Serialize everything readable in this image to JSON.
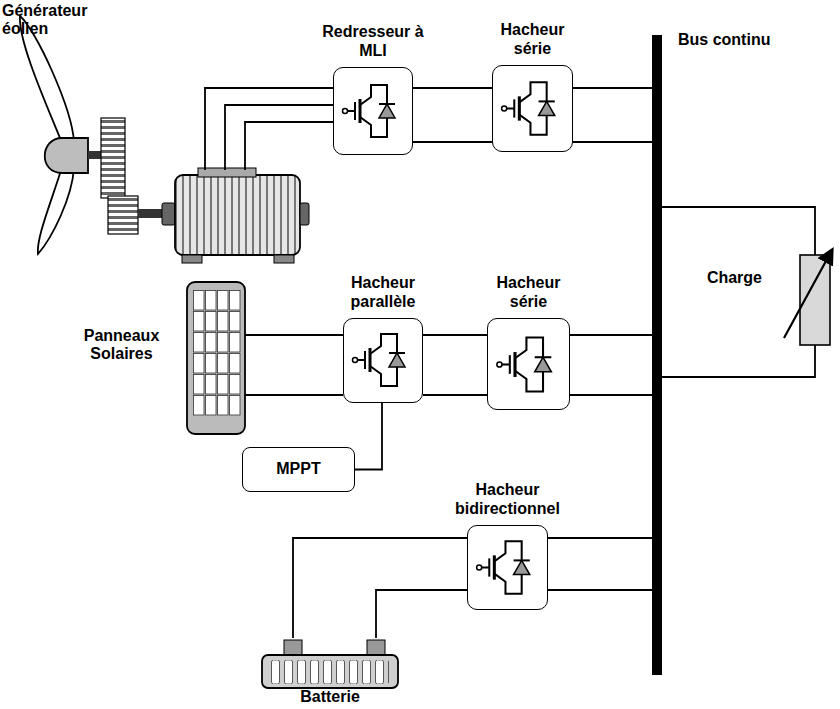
{
  "diagram": {
    "nodes": [
      {
        "text": [
          "Générateur éolien"
        ]
      },
      {
        "text": [
          "Redresseur à MLI"
        ]
      },
      {
        "text": [
          "Hacheur série"
        ]
      },
      {
        "text": [
          "Panneaux Solaires"
        ]
      },
      {
        "text": [
          "Hacheur parallèle"
        ]
      },
      {
        "text": [
          "Hacheur série"
        ]
      },
      {
        "text": [
          "MPPT"
        ]
      },
      {
        "text": [
          "Batterie"
        ]
      },
      {
        "text": [
          "Hacheur bidirectionnel"
        ]
      },
      {
        "text": [
          "Bus continu"
        ]
      },
      {
        "text": [
          "Charge"
        ]
      }
    ],
    "edges": [
      {
        "from": 0,
        "to": 1,
        "arrow": "none"
      },
      {
        "from": 1,
        "to": 2,
        "arrow": "none"
      },
      {
        "from": 2,
        "to": 9,
        "arrow": "none"
      },
      {
        "from": 3,
        "to": 4,
        "arrow": "none"
      },
      {
        "from": 4,
        "to": 5,
        "arrow": "none"
      },
      {
        "from": 5,
        "to": 9,
        "arrow": "none"
      },
      {
        "from": 6,
        "to": 4,
        "arrow": "none"
      },
      {
        "from": 7,
        "to": 8,
        "arrow": "none"
      },
      {
        "from": 8,
        "to": 9,
        "arrow": "none"
      },
      {
        "from": 9,
        "to": 10,
        "arrow": "none"
      }
    ]
  }
}
